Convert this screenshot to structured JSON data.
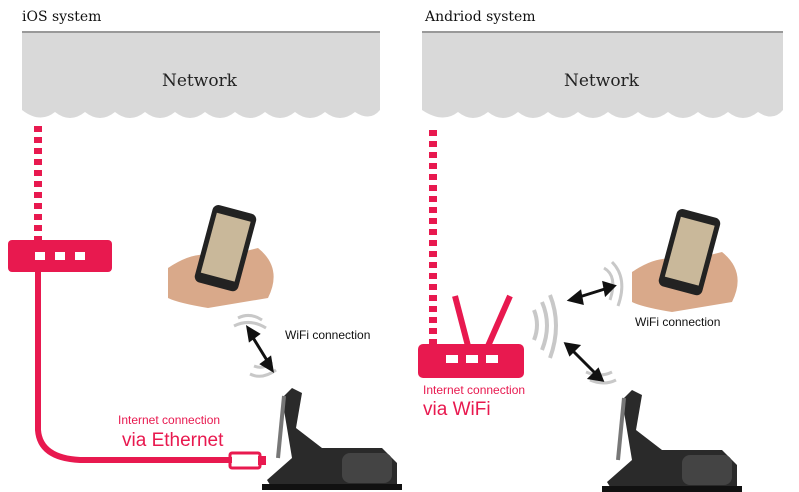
{
  "left": {
    "title": "iOS system",
    "network_label": "Network",
    "conn_small": "Internet connection",
    "conn_big": "via Ethernet",
    "wifi_label": "WiFi connection"
  },
  "right": {
    "title": "Andriod system",
    "network_label": "Network",
    "conn_small": "Internet connection",
    "conn_big": "via WiFi",
    "wifi_label": "WiFi connection"
  },
  "colors": {
    "accent": "#e8194f",
    "cloud": "#d9d9d9",
    "signal": "#c8c8c8"
  }
}
